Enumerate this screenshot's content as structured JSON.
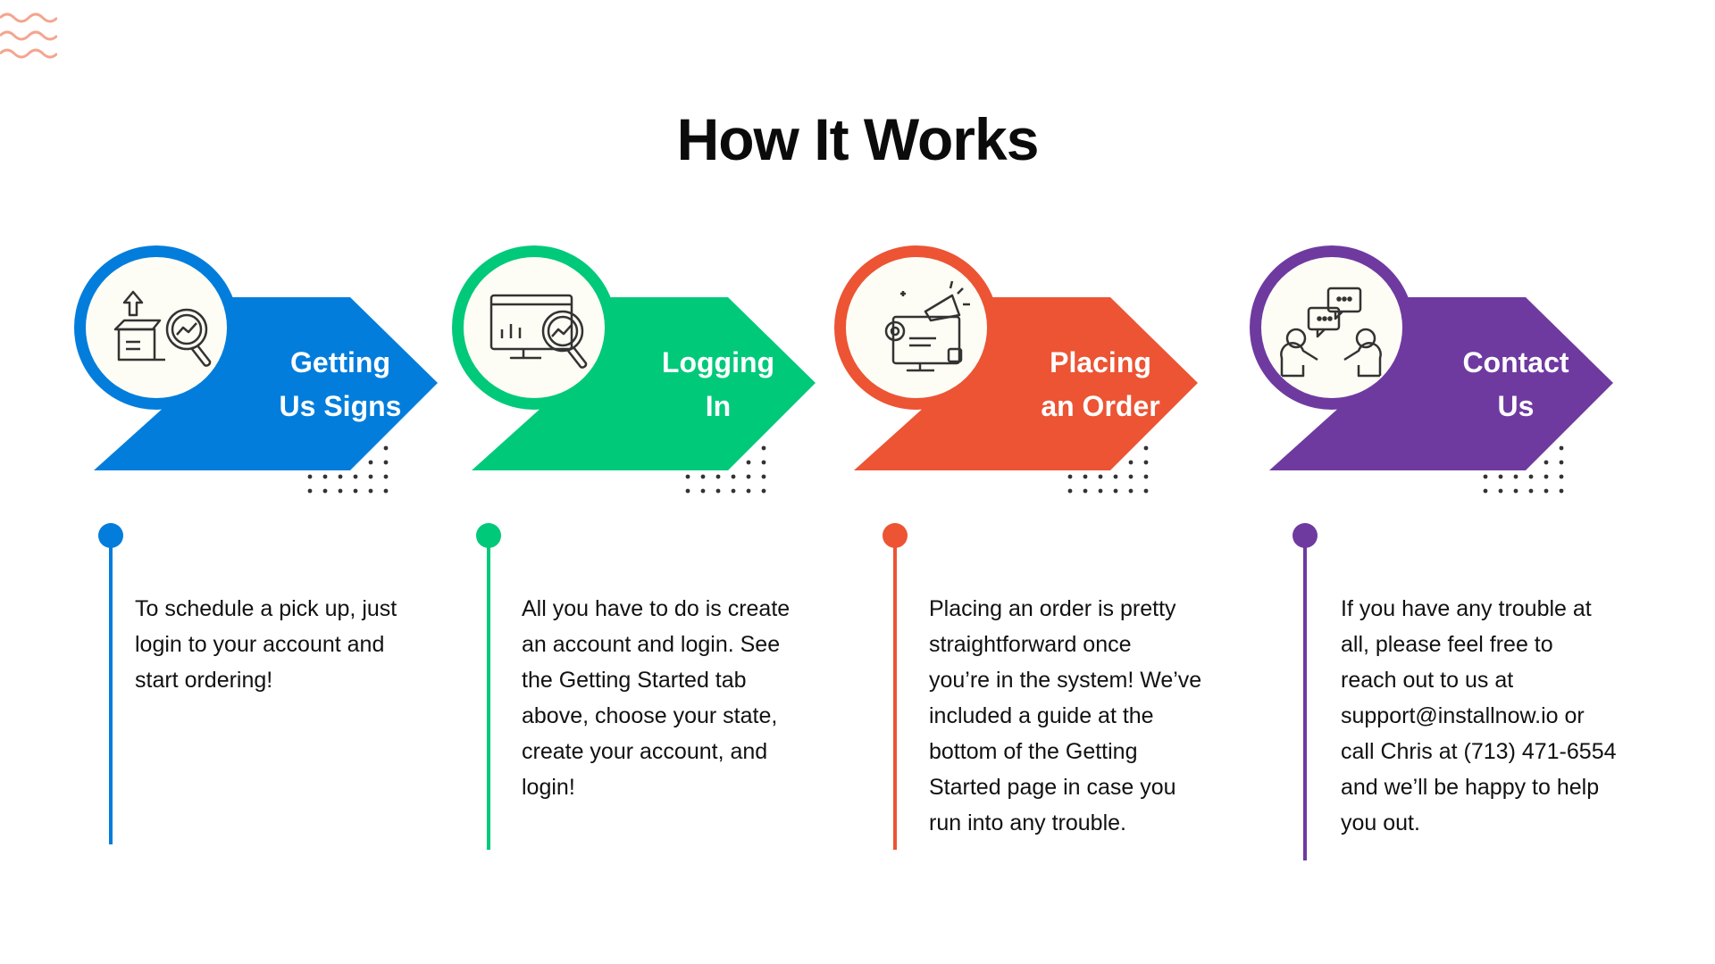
{
  "title": "How It Works",
  "colors": {
    "blue": "#027DDC",
    "green": "#00C97A",
    "orange": "#EC5434",
    "purple": "#6F3AA0",
    "wave": "#F4A58F",
    "dots": "#333333"
  },
  "steps": [
    {
      "title_lines": [
        "Getting",
        "Us Signs"
      ],
      "icon": "box-search-icon",
      "color": "#027DDC",
      "description_lines": [
        "To schedule a pick up, just",
        "login to your account and",
        "start ordering!"
      ]
    },
    {
      "title_lines": [
        "Logging",
        "In"
      ],
      "icon": "monitor-analytics-icon",
      "color": "#00C97A",
      "description_lines": [
        "All you have to do is create",
        "an account and login. See",
        "the Getting Started tab",
        "above, choose your state,",
        "create your account, and",
        "login!"
      ]
    },
    {
      "title_lines": [
        "Placing",
        "an Order"
      ],
      "icon": "megaphone-monitor-icon",
      "color": "#EC5434",
      "description_lines": [
        "Placing an order is pretty",
        "straightforward once",
        "you’re in the system! We’ve",
        "included a guide at the",
        "bottom of the Getting",
        "Started page in case you",
        "run into any trouble."
      ]
    },
    {
      "title_lines": [
        "Contact",
        "Us"
      ],
      "icon": "people-chat-icon",
      "color": "#6F3AA0",
      "description_lines": [
        "If you have any trouble at",
        "all, please feel free to",
        "reach out to us at",
        "support@installnow.io or",
        "call Chris at (713) 471-6554",
        "and we’ll be happy to help",
        "you out."
      ]
    }
  ]
}
